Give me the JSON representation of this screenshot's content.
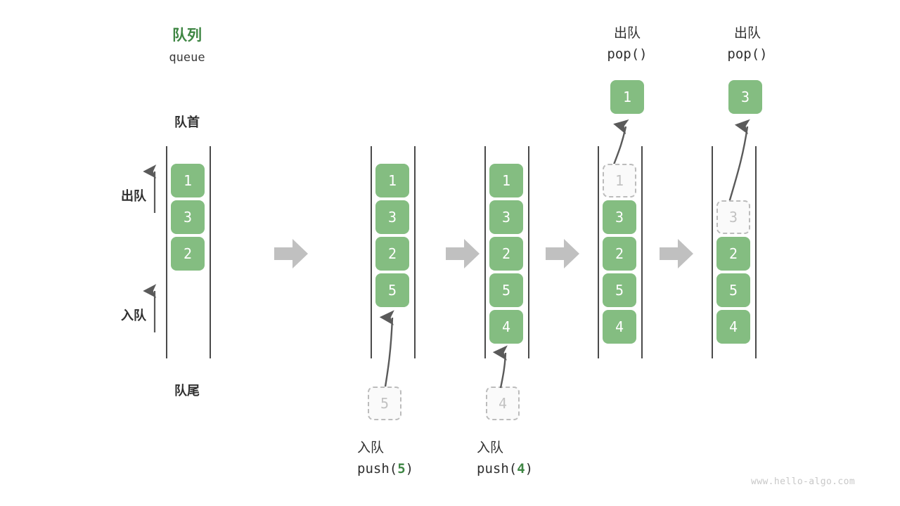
{
  "diagram": {
    "title_cn": "队列",
    "title_en": "queue",
    "head_label": "队首",
    "tail_label": "队尾",
    "dequeue_label": "出队",
    "enqueue_label": "入队",
    "watermark": "www.hello-algo.com",
    "colors": {
      "cell_fill": "#84bd81",
      "cell_text": "#ffffff",
      "ghost_fill": "#fafafa",
      "ghost_border": "#bcbcbc",
      "ghost_text": "#c2c2c2",
      "accent_green": "#3f8644",
      "rail": "#4a4a4a",
      "arrow_gray": "#5a5a5a",
      "step_arrow": "#c0c0c0",
      "text_dark": "#2f2f2f",
      "watermark": "#c8c8c8"
    }
  },
  "steps": [
    {
      "id": "step-initial",
      "cells": [
        "1",
        "3",
        "2"
      ],
      "ghost_index": -1,
      "op_cn": "",
      "op_code": "",
      "popped_value": "",
      "pushed_value": ""
    },
    {
      "id": "step-push-5",
      "cells": [
        "1",
        "3",
        "2",
        "5"
      ],
      "ghost_index": -1,
      "op_cn": "入队",
      "op_code_prefix": "push(",
      "op_code_value": "5",
      "op_code_suffix": ")",
      "pushed_value": "5",
      "popped_value": ""
    },
    {
      "id": "step-push-4",
      "cells": [
        "1",
        "3",
        "2",
        "5",
        "4"
      ],
      "ghost_index": -1,
      "op_cn": "入队",
      "op_code_prefix": "push(",
      "op_code_value": "4",
      "op_code_suffix": ")",
      "pushed_value": "4",
      "popped_value": ""
    },
    {
      "id": "step-pop-1",
      "cells": [
        "1",
        "3",
        "2",
        "5",
        "4"
      ],
      "ghost_index": 0,
      "op_cn": "出队",
      "op_code_prefix": "pop(",
      "op_code_value": "",
      "op_code_suffix": ")",
      "popped_value": "1",
      "pushed_value": ""
    },
    {
      "id": "step-pop-3",
      "cells": [
        "3",
        "2",
        "5",
        "4"
      ],
      "ghost_index": 0,
      "op_cn": "出队",
      "op_code_prefix": "pop(",
      "op_code_value": "",
      "op_code_suffix": ")",
      "popped_value": "3",
      "pushed_value": ""
    }
  ]
}
